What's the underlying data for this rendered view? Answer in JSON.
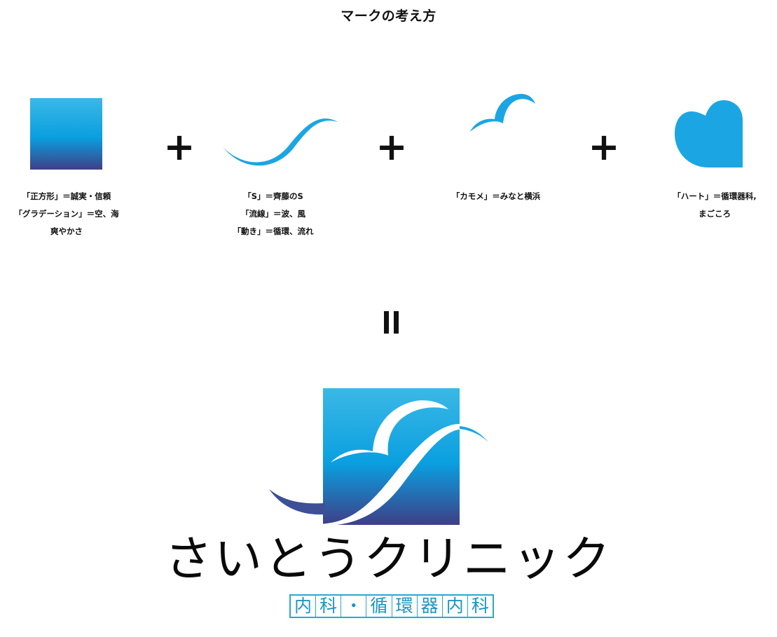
{
  "title": "マークの考え方",
  "plus_symbol": "+",
  "captions": {
    "square": [
      "「正方形」＝誠実・信頼",
      "「グラデーション」＝空、海",
      "爽やかさ"
    ],
    "s_wave": [
      "「S」＝齊藤のS",
      "「流線」＝波、風",
      "「動き」＝循環、流れ"
    ],
    "gull": [
      "「カモメ」＝みなと横浜"
    ],
    "heart": [
      "「ハート」＝循環器科,",
      "まごころ"
    ]
  },
  "equals_symbol": "=",
  "clinic_name": "さいとうクリニック",
  "departments": [
    "内",
    "科",
    "・",
    "循",
    "環",
    "器",
    "内",
    "科"
  ],
  "colors": {
    "gradient_top": "#3bb8e6",
    "gradient_mid": "#0a9fe0",
    "gradient_bottom": "#3e3f86",
    "shape_blue": "#1ba6e3",
    "dept_border": "#2aa7cf",
    "dept_text": "#1c95c2"
  },
  "icons": [
    "gradient-square-icon",
    "s-wave-icon",
    "gull-icon",
    "heart-icon",
    "logo-mark-icon"
  ]
}
